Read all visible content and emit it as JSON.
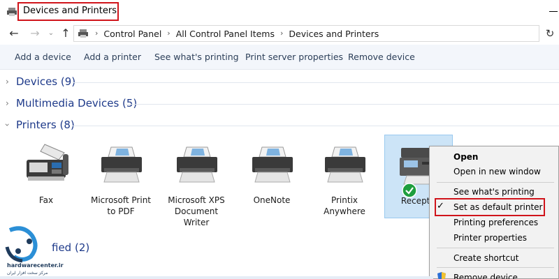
{
  "window": {
    "title": "Devices and Printers"
  },
  "address": {
    "crumbs": [
      "Control Panel",
      "All Control Panel Items",
      "Devices and Printers"
    ]
  },
  "commands": [
    "Add a device",
    "Add a printer",
    "See what's printing",
    "Print server properties",
    "Remove device"
  ],
  "groups": {
    "devices": "Devices (9)",
    "multimedia": "Multimedia Devices (5)",
    "printers": "Printers (8)",
    "unspecified": "fied (2)"
  },
  "printers": [
    {
      "label": "Fax",
      "icon": "fax-icon"
    },
    {
      "label": "Microsoft Print to PDF",
      "icon": "printer-icon"
    },
    {
      "label": "Microsoft XPS Document Writer",
      "icon": "printer-icon"
    },
    {
      "label": "OneNote",
      "icon": "printer-icon"
    },
    {
      "label": "Printix Anywhere",
      "icon": "printer-icon"
    },
    {
      "label": "Receptio",
      "icon": "multifunction-printer-icon",
      "selected": true,
      "default": true
    }
  ],
  "context_menu": {
    "open": "Open",
    "open_new_window": "Open in new window",
    "see_printing": "See what's printing",
    "set_default": "Set as default printer",
    "preferences": "Printing preferences",
    "properties": "Printer properties",
    "shortcut": "Create shortcut",
    "remove": "Remove device"
  },
  "watermark": {
    "site": "hardwarecenter.ir",
    "tagline": "مرکز سخت افزار ایران"
  },
  "colors": {
    "accent": "#1e3a8a",
    "highlight": "#d0141b",
    "selection": "#cce4f7",
    "default_check": "#1e9e3e"
  }
}
